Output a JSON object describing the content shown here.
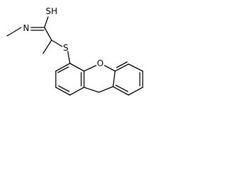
{
  "molecule": {
    "atoms": {
      "n_amide": "N",
      "s_thiol": "SH",
      "s_thioether": "S",
      "o_furan": "O"
    }
  }
}
